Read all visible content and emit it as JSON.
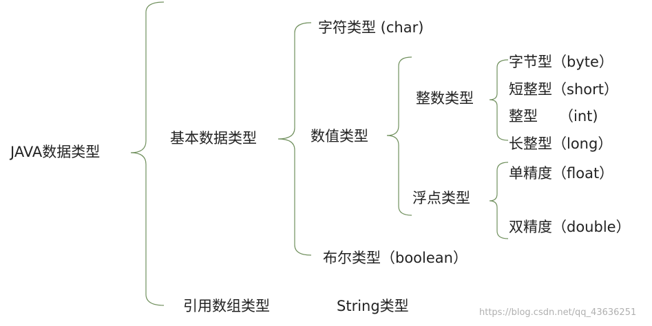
{
  "root": "JAVA数据类型",
  "basic": "基本数据类型",
  "char_type": "字符类型 (char)",
  "numeric": "数值类型",
  "integer_group": "整数类型",
  "byte": "字节型（byte）",
  "short": "短整型（short）",
  "int_name": "整型",
  "int_suffix": "（int)",
  "long": "长整型（long）",
  "float_group": "浮点类型",
  "float": "单精度（float）",
  "double": "双精度（double）",
  "boolean": "布尔类型（boolean）",
  "reference": "引用数组类型",
  "string": "String类型",
  "watermark": "https://blog.csdn.net/qq_43636251",
  "colors": {
    "brace": "#6f8f5c",
    "text": "#222222",
    "watermark": "#b0b0b0"
  }
}
